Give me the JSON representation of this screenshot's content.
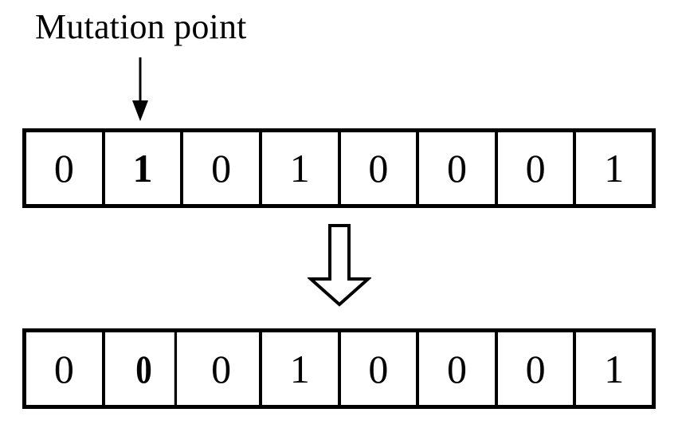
{
  "diagram": {
    "title_label": "Mutation point",
    "pointer_icon": "down-arrow-icon",
    "transform_icon": "block-down-arrow-icon",
    "colors": {
      "stroke": "#000000",
      "background": "#ffffff"
    }
  },
  "chromosome_before": {
    "name": "chromosome-before-mutation",
    "genes": [
      "0",
      "1",
      "0",
      "1",
      "0",
      "0",
      "0",
      "1"
    ],
    "mutated_index": 1
  },
  "chromosome_after": {
    "name": "chromosome-after-mutation",
    "genes": [
      "0",
      "0",
      "0",
      "1",
      "0",
      "0",
      "0",
      "1"
    ],
    "mutated_index": 1
  }
}
